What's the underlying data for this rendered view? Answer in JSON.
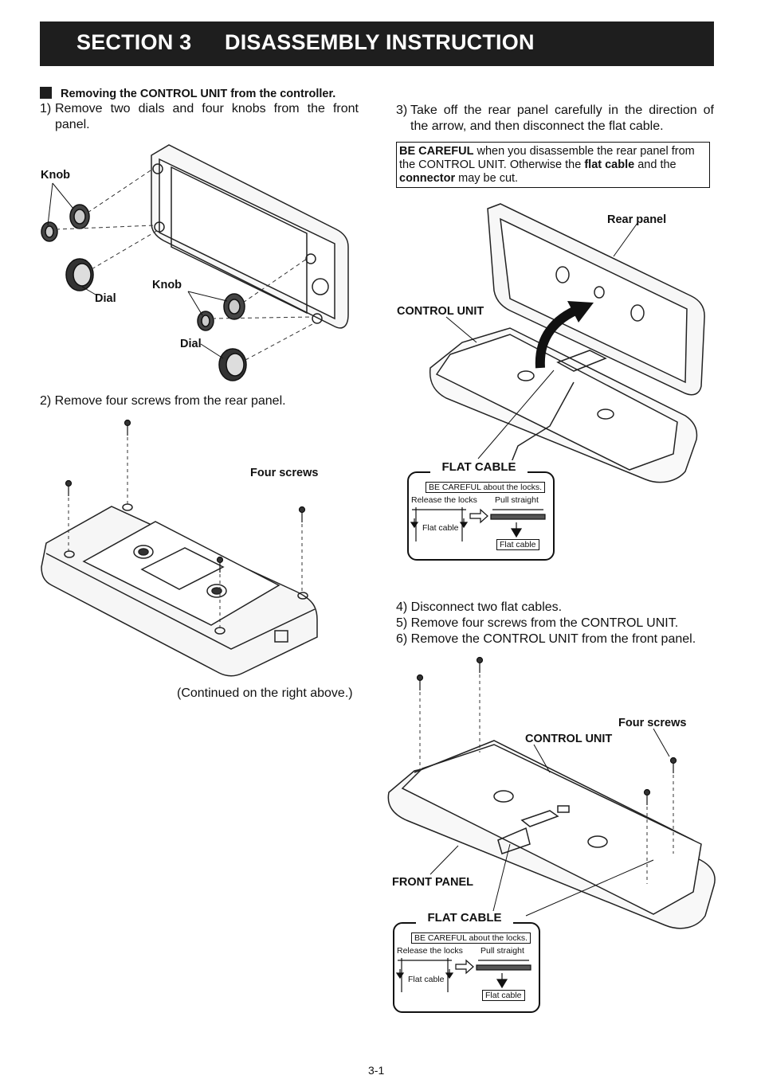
{
  "header": {
    "section": "SECTION 3",
    "title": "DISASSEMBLY INSTRUCTION"
  },
  "left": {
    "subheading": "Removing the CONTROL UNIT from the controller.",
    "step1_num": "1)",
    "step1_line1": "Remove two dials and four knobs from the front",
    "step1_line2": "panel.",
    "fig1": {
      "knob_label_a": "Knob",
      "knob_label_b": "Knob",
      "dial_label_a": "Dial",
      "dial_label_b": "Dial"
    },
    "step2": "2) Remove four screws from the rear panel.",
    "fig2": {
      "screws_label": "Four screws"
    },
    "continued": "(Continued on the right above.)"
  },
  "right": {
    "step3_num": "3)",
    "step3_line1": "Take off the rear panel carefully in the direction of",
    "step3_line2": "the arrow, and then disconnect the flat cable.",
    "careful": {
      "p1": "BE CAREFUL",
      "p2": " when you disassemble the rear panel from",
      "p3": "the CONTROL UNIT. Otherwise the ",
      "p4": "flat cable",
      "p5": " and the",
      "p6": "connector",
      "p7": " may be cut."
    },
    "fig3": {
      "rear_panel": "Rear panel",
      "control_unit": "CONTROL UNIT"
    },
    "flat_cable_box": {
      "title": "FLAT CABLE",
      "caution": "BE CAREFUL about the locks.",
      "release": "Release the locks",
      "pull": "Pull straight",
      "cable_left": "Flat cable",
      "cable_right": "Flat cable"
    },
    "step4": "4) Disconnect two flat cables.",
    "step5": "5) Remove four screws from the CONTROL UNIT.",
    "step6": "6) Remove the CONTROL UNIT from the front panel.",
    "fig4": {
      "screws_label": "Four screws",
      "control_unit": "CONTROL UNIT",
      "front_panel": "FRONT PANEL"
    }
  },
  "footer": {
    "page": "3-1"
  }
}
